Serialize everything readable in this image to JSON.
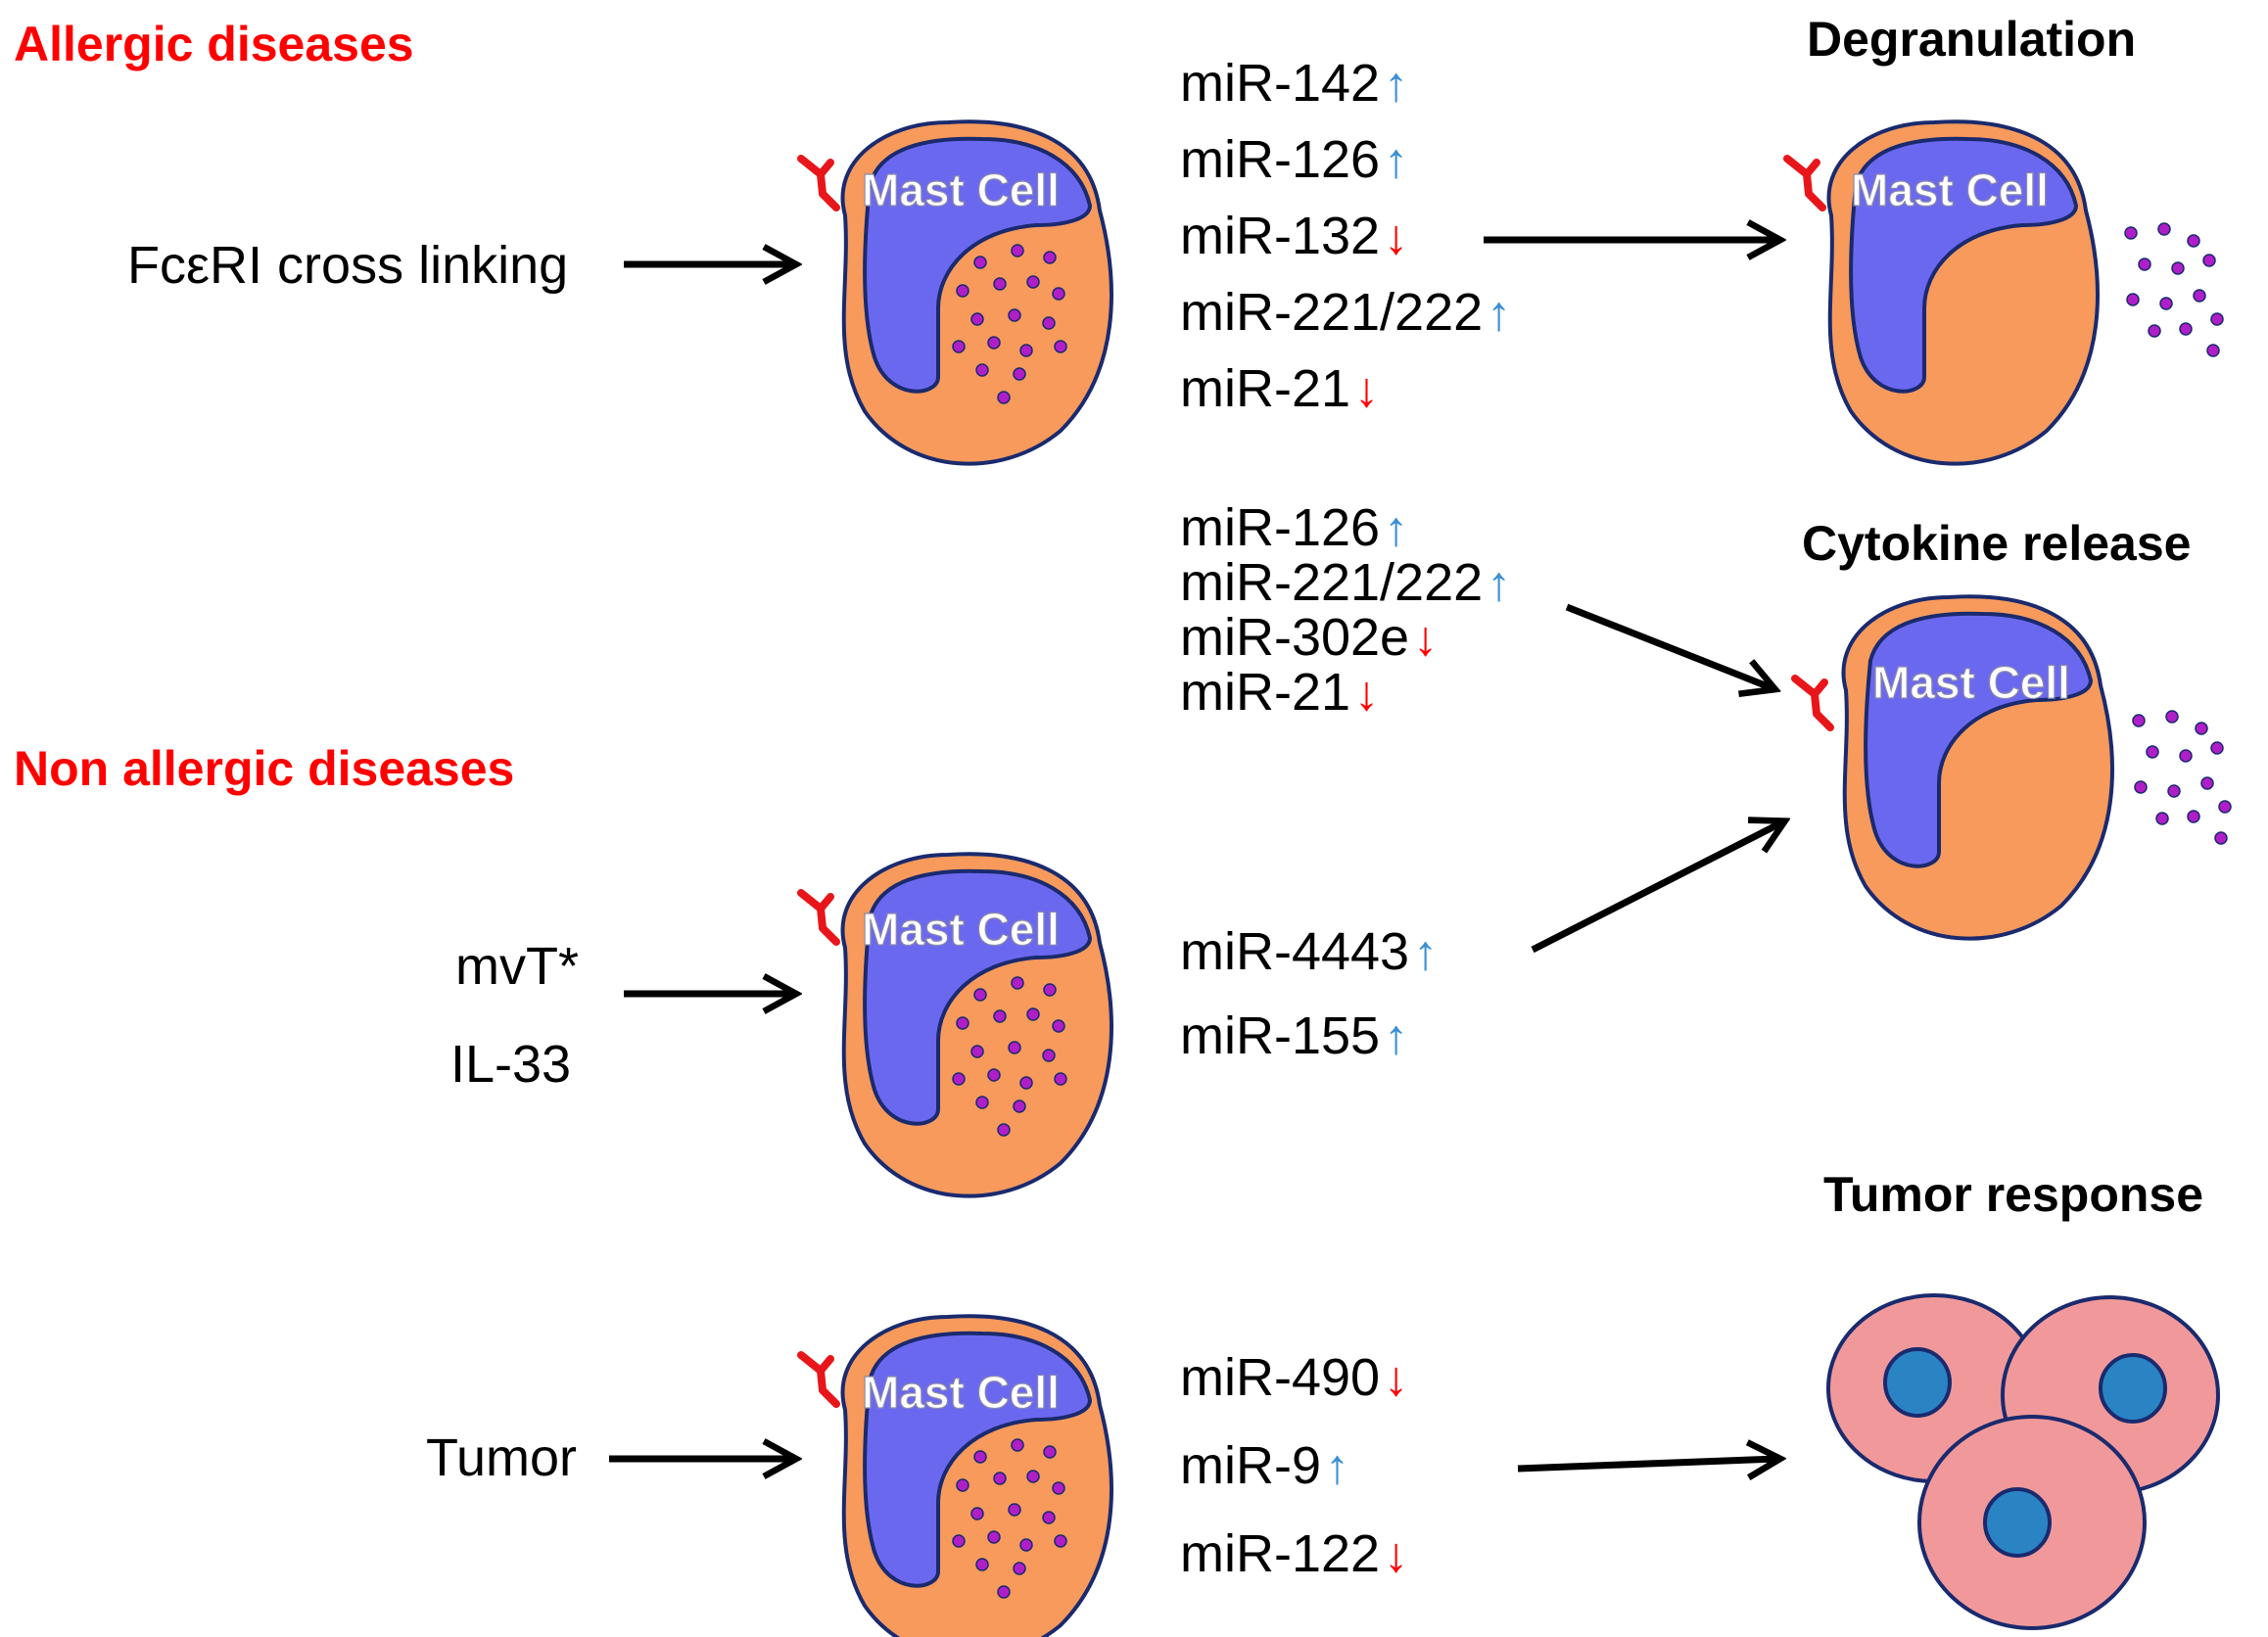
{
  "sections": {
    "allergic": "Allergic diseases",
    "non_allergic": "Non allergic diseases"
  },
  "stimuli": {
    "fceri": "FcεRI cross linking",
    "mvt": "mvT*",
    "il33": "IL-33",
    "tumor": "Tumor"
  },
  "cell_label": "Mast Cell",
  "outcomes": {
    "degranulation": "Degranulation",
    "cytokine": "Cytokine release",
    "tumor_response": "Tumor response"
  },
  "arrow_glyphs": {
    "up": "↑",
    "down": "↓"
  },
  "mir_groups": {
    "degranulation": [
      {
        "name": "miR-142",
        "dir": "up"
      },
      {
        "name": "miR-126",
        "dir": "up"
      },
      {
        "name": "miR-132",
        "dir": "down"
      },
      {
        "name": "miR-221/222",
        "dir": "up"
      },
      {
        "name": "miR-21",
        "dir": "down"
      }
    ],
    "cytokine": [
      {
        "name": "miR-126",
        "dir": "up"
      },
      {
        "name": "miR-221/222",
        "dir": "up"
      },
      {
        "name": "miR-302e",
        "dir": "down"
      },
      {
        "name": "miR-21",
        "dir": "down"
      }
    ],
    "nonallergic": [
      {
        "name": "miR-4443",
        "dir": "up"
      },
      {
        "name": "miR-155",
        "dir": "up"
      }
    ],
    "tumor": [
      {
        "name": "miR-490",
        "dir": "down"
      },
      {
        "name": "miR-9",
        "dir": "up"
      },
      {
        "name": "miR-122",
        "dir": "down"
      }
    ]
  },
  "colors": {
    "cell_body": "#f79a5c",
    "nucleus": "#6b68f0",
    "outline": "#1a2a6e",
    "granule": "#b01ec8",
    "receptor": "#e8161a",
    "up_arrow": "#3b8fd4",
    "down_arrow": "#ff0000",
    "title_red": "#ff0000",
    "tumor_cell": "#f1999a",
    "tumor_nucleus": "#2a84c4"
  }
}
